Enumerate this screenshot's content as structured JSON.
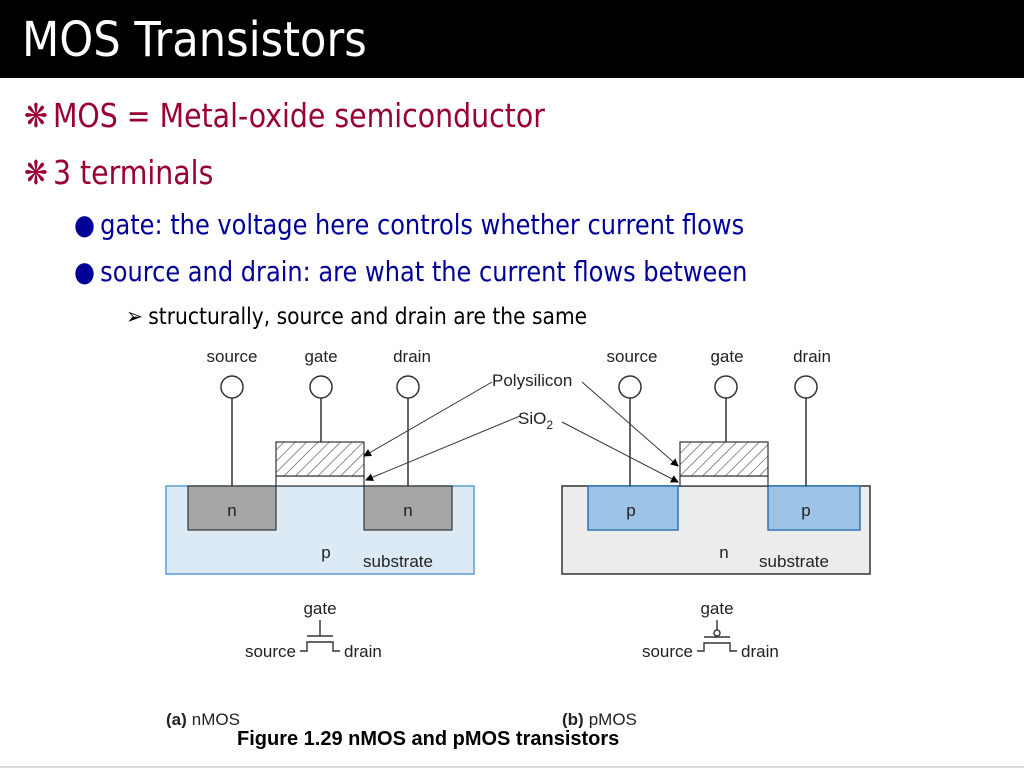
{
  "slide": {
    "title": "MOS Transistors",
    "bullets": [
      {
        "marker": "❋",
        "text": "MOS = Metal-oxide semiconductor"
      },
      {
        "marker": "❋",
        "text": "3 terminals"
      }
    ],
    "sub_bullets": [
      {
        "marker": "●",
        "text": "gate:  the voltage here controls whether current flows"
      },
      {
        "marker": "●",
        "text": "source and drain:  are what the current flows between"
      }
    ],
    "sub_sub_bullets": [
      {
        "marker": "➢",
        "text": "structurally, source and drain are the same"
      }
    ]
  },
  "figure": {
    "caption": "Figure 1.29 nMOS and pMOS transistors",
    "labels": {
      "polysilicon": "Polysilicon",
      "sio2_base": "SiO",
      "sio2_sub": "2"
    },
    "nmos": {
      "terminals": {
        "source": "source",
        "gate": "gate",
        "drain": "drain"
      },
      "well_left": "n",
      "well_right": "n",
      "body": "p",
      "substrate": "substrate",
      "symbol_gate": "gate",
      "symbol_source": "source",
      "symbol_drain": "drain",
      "panel_letter": "(a)",
      "panel_name": "nMOS"
    },
    "pmos": {
      "terminals": {
        "source": "source",
        "gate": "gate",
        "drain": "drain"
      },
      "well_left": "p",
      "well_right": "p",
      "body": "n",
      "substrate": "substrate",
      "symbol_gate": "gate",
      "symbol_source": "source",
      "symbol_drain": "drain",
      "panel_letter": "(b)",
      "panel_name": "pMOS"
    }
  },
  "colors": {
    "title_bg": "#000000",
    "title_fg": "#ffffff",
    "level1_text": "#990033",
    "level2_text": "#000099",
    "nmos_substrate_fill": "#dbeaf5",
    "nmos_substrate_stroke": "#5b9bd5",
    "nmos_well_fill": "#a6a6a6",
    "pmos_substrate_fill": "#ececec",
    "pmos_well_fill": "#9dc3e6",
    "pmos_well_stroke": "#2e75b6"
  }
}
